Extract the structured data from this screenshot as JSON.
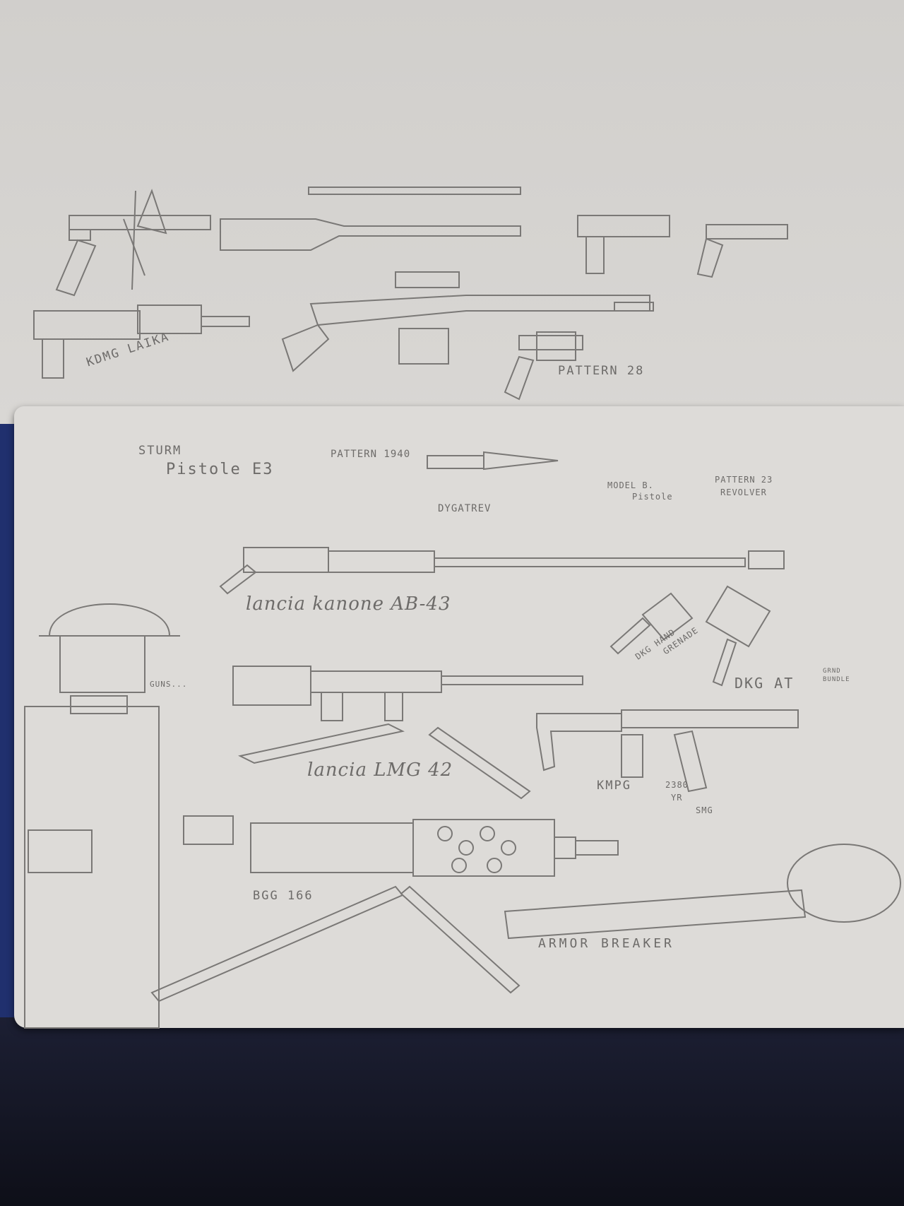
{
  "labels": {
    "kdmg_laika": "KDMG LAIKA",
    "pattern_28": "PATTERN 28",
    "sturm": "STURM",
    "pistole_e3": "Pistole E3",
    "pattern_1940": "PATTERN 1940",
    "model_b": "MODEL B.",
    "model_b_pistole": "Pistole",
    "pattern_23": "PATTERN 23",
    "revolver": "REVOLVER",
    "dygatrev": "DYGATREV",
    "lancia_kanone": "lancia kanone AB-43",
    "dkg_hand": "DKG HAND",
    "grenade": "GRENADE",
    "dkg_at": "DKG AT",
    "grnd_bundle_1": "GRND",
    "grnd_bundle_2": "BUNDLE",
    "guns": "GUNS...",
    "lancia_lmg": "lancia LMG 42",
    "kmpg": "KMPG",
    "kmpg_2380": "2380",
    "kmpg_yr": "YR",
    "kmpg_smg": "SMG",
    "bgg": "BGG 166",
    "armor_breaker": "ARMOR BREAKER"
  },
  "colors": {
    "paper": "#dddbd8",
    "pencil": "#6d6b69",
    "cover": "#20306e"
  }
}
